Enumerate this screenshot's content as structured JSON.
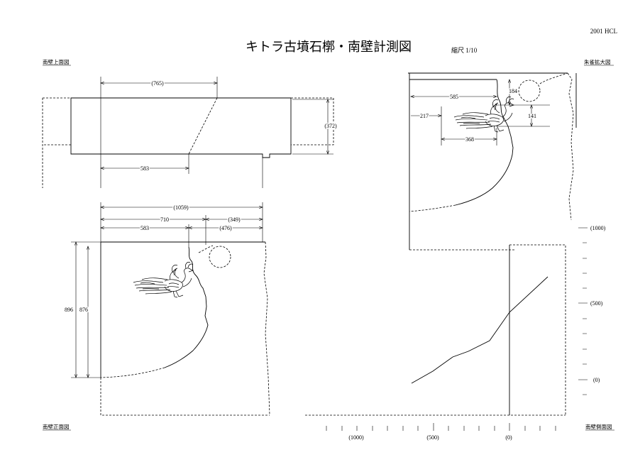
{
  "header": {
    "credit": "2001 HCL",
    "title": "キトラ古墳石槨・南壁計測図",
    "scale": "縮尺 1/10"
  },
  "top_plan_view": {
    "label": "南壁上面図",
    "dims": {
      "width_total": "(765)",
      "depth": "(372)",
      "width_lower": "583"
    }
  },
  "front_view": {
    "label": "南壁正面図",
    "dims": {
      "width_total": "(1059)",
      "width_left_upper": "710",
      "width_right_upper": "(349)",
      "width_left_lower": "583",
      "width_right_lower": "(476)",
      "height_outer": "896",
      "height_inner": "876"
    }
  },
  "detail_view": {
    "label": "朱雀拡大図",
    "dims": {
      "left_to_boundary": "585",
      "top_to_figure": "184",
      "left_to_figure": "217",
      "figure_height": "141",
      "figure_width": "368"
    }
  },
  "side_view": {
    "label": "南壁側面図",
    "y_scale_labels": [
      "(1000)",
      "(500)",
      "(0)"
    ],
    "x_scale_labels": [
      "(1000)",
      "(500)",
      "(0)"
    ]
  },
  "colors": {
    "ink": "#000000",
    "paper": "#ffffff"
  }
}
